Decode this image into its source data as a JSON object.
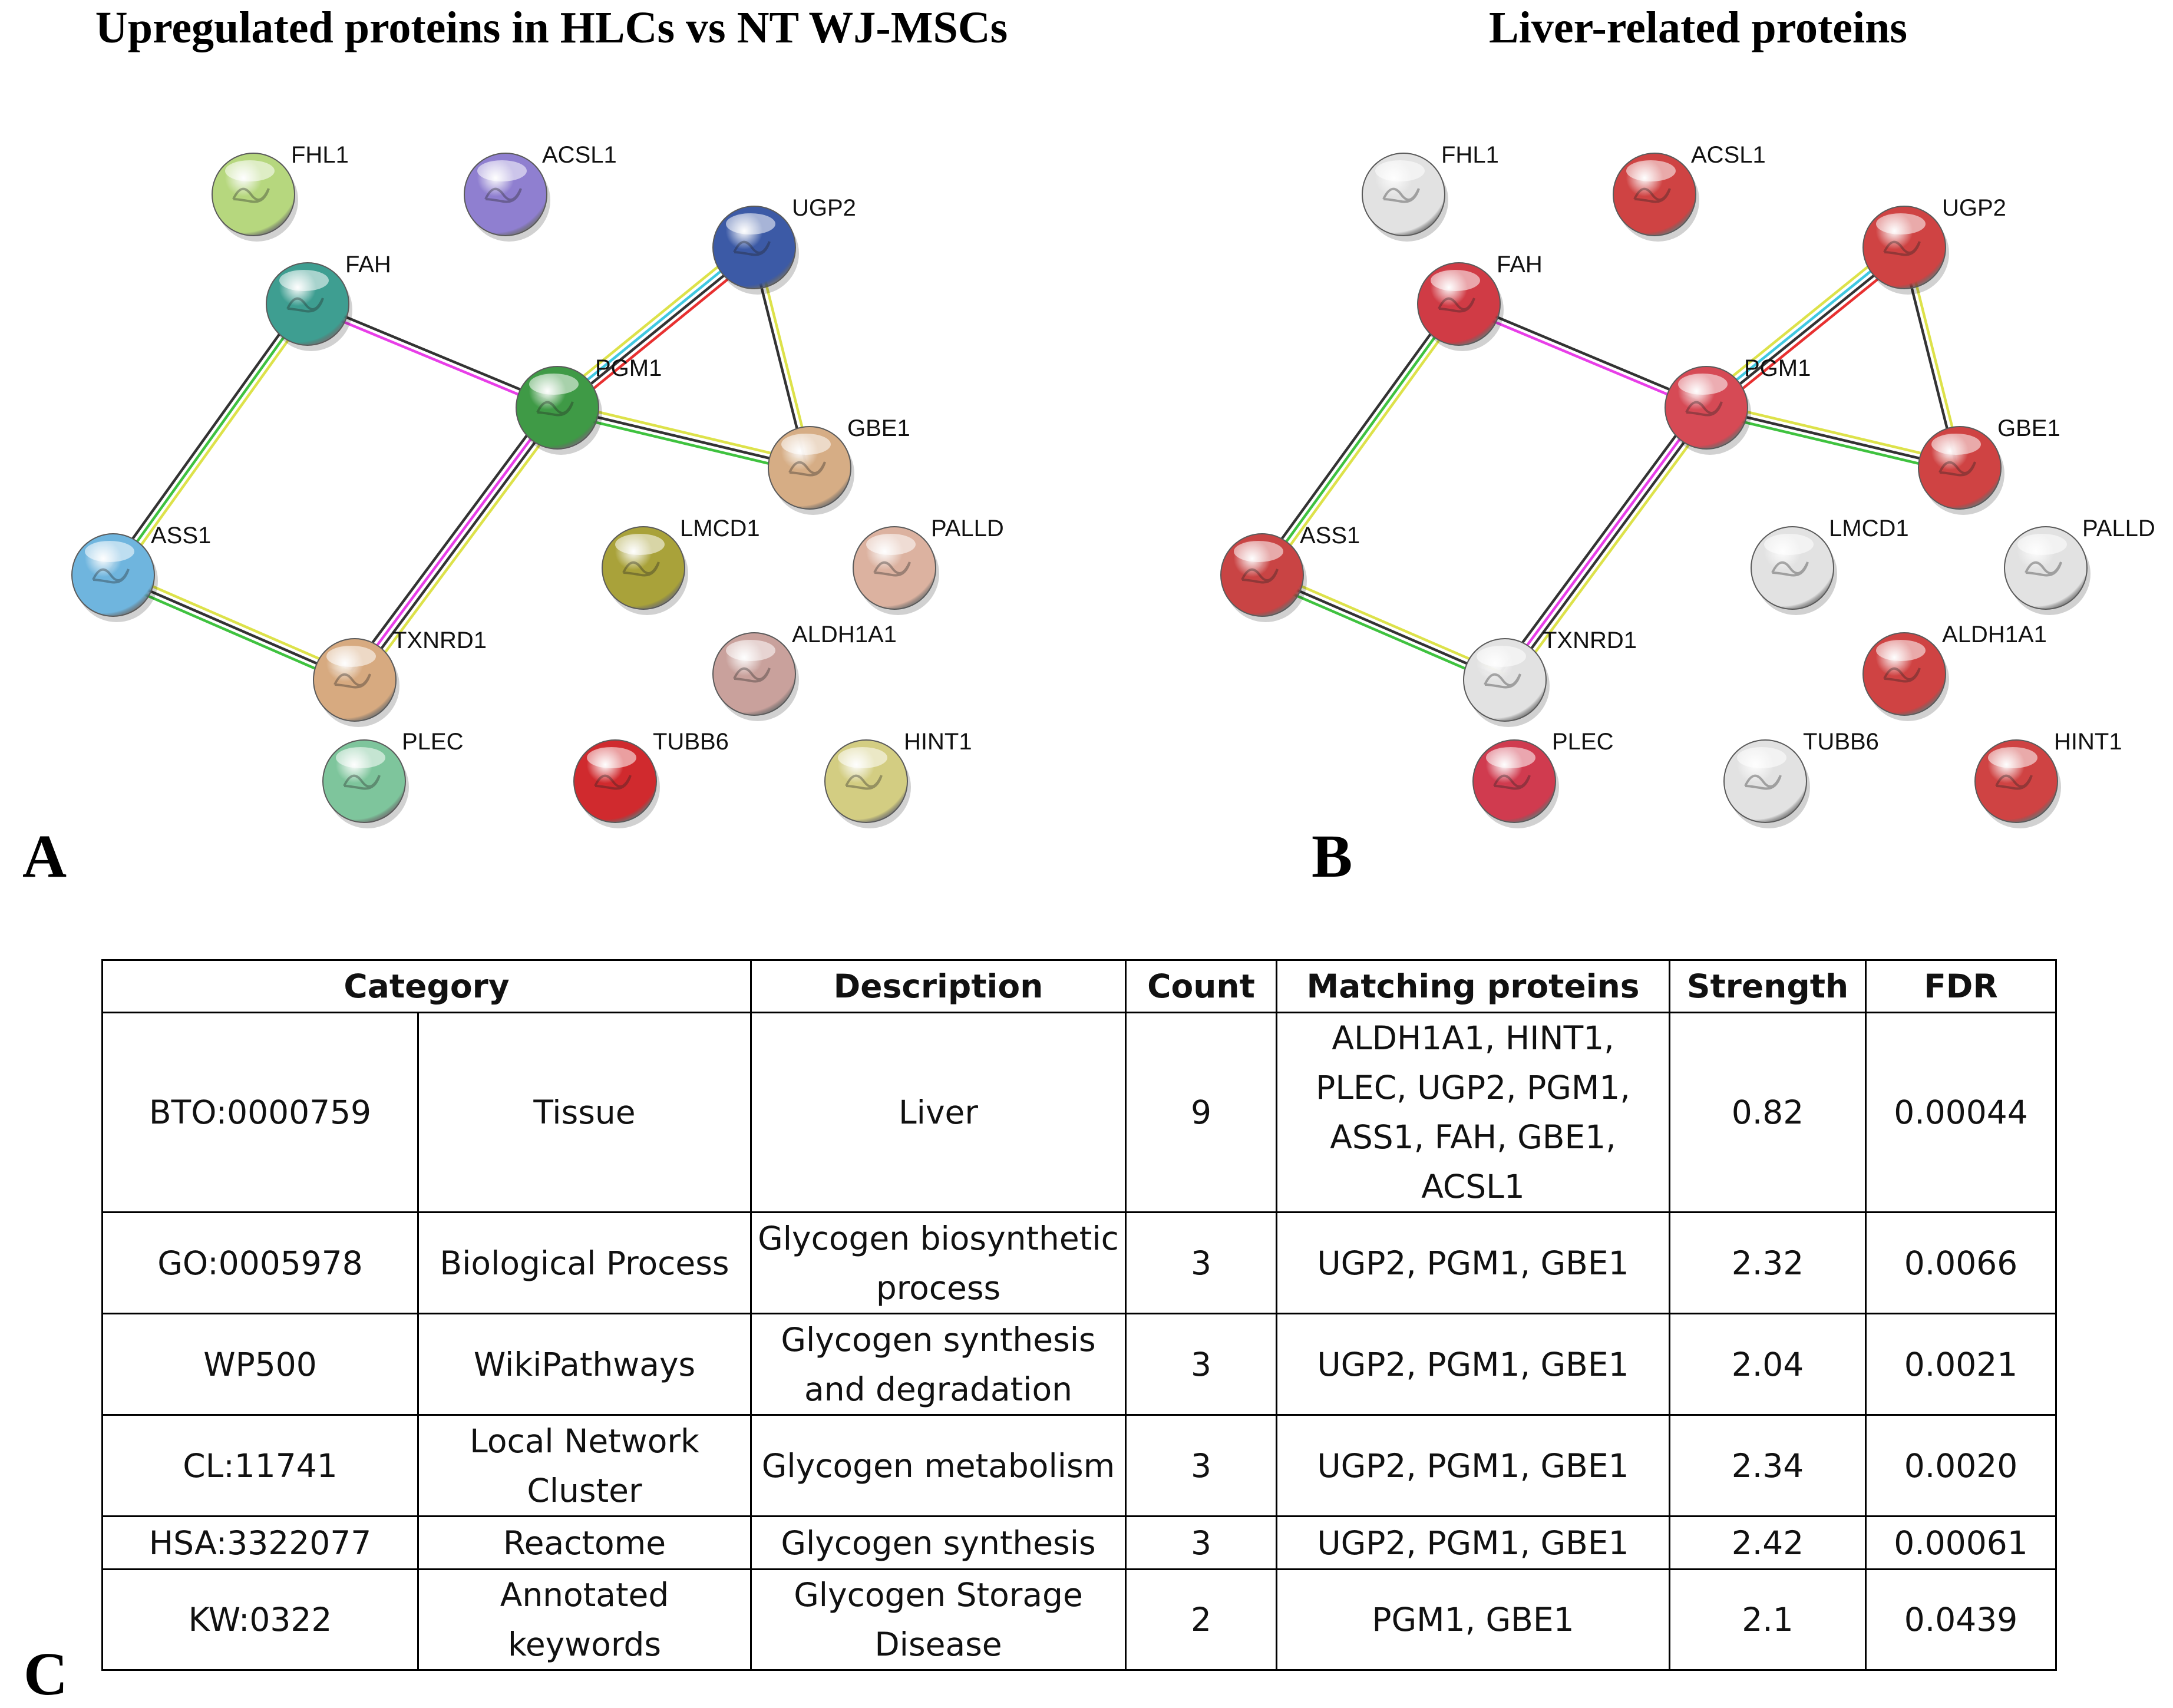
{
  "panels": {
    "A": {
      "title": "Upregulated proteins in HLCs vs NT WJ-MSCs",
      "letter": "A"
    },
    "B": {
      "title": "Liver-related proteins",
      "letter": "B"
    },
    "C": {
      "letter": "C"
    }
  },
  "network": {
    "nodes": [
      {
        "id": "FHL1",
        "label": "FHL1",
        "colorA": "#b6d77e",
        "colorB": "#e2e2e2"
      },
      {
        "id": "ACSL1",
        "label": "ACSL1",
        "colorA": "#8f7fd0",
        "colorB": "#cf4343"
      },
      {
        "id": "UGP2",
        "label": "UGP2",
        "colorA": "#3c5aa6",
        "colorB": "#cf4343"
      },
      {
        "id": "FAH",
        "label": "FAH",
        "colorA": "#3e9e91",
        "colorB": "#d03b45"
      },
      {
        "id": "PGM1",
        "label": "PGM1",
        "colorA": "#3f9a46",
        "colorB": "#d64a55"
      },
      {
        "id": "GBE1",
        "label": "GBE1",
        "colorA": "#d6ad85",
        "colorB": "#cf4343"
      },
      {
        "id": "LMCD1",
        "label": "LMCD1",
        "colorA": "#a9a23a",
        "colorB": "#e2e2e2"
      },
      {
        "id": "PALLD",
        "label": "PALLD",
        "colorA": "#dcb2a0",
        "colorB": "#e2e2e2"
      },
      {
        "id": "ASS1",
        "label": "ASS1",
        "colorA": "#6fb5de",
        "colorB": "#c94444"
      },
      {
        "id": "TXNRD1",
        "label": "TXNRD1",
        "colorA": "#d7aa80",
        "colorB": "#e2e2e2"
      },
      {
        "id": "ALDH1A1",
        "label": "ALDH1A1",
        "colorA": "#c9a19c",
        "colorB": "#cf4343"
      },
      {
        "id": "PLEC",
        "label": "PLEC",
        "colorA": "#7ec59c",
        "colorB": "#d03b4f"
      },
      {
        "id": "TUBB6",
        "label": "TUBB6",
        "colorA": "#d02a2e",
        "colorB": "#e2e2e2"
      },
      {
        "id": "HINT1",
        "label": "HINT1",
        "colorA": "#d3cd82",
        "colorB": "#cf4343"
      }
    ],
    "edges": [
      {
        "from": "FAH",
        "to": "PGM1",
        "colors": [
          "#333333",
          "#e83ee8"
        ]
      },
      {
        "from": "FAH",
        "to": "ASS1",
        "colors": [
          "#dde24a",
          "#3fc23f",
          "#333333"
        ]
      },
      {
        "from": "PGM1",
        "to": "UGP2",
        "colors": [
          "#dde24a",
          "#40c8e0",
          "#333333",
          "#e83030"
        ]
      },
      {
        "from": "PGM1",
        "to": "GBE1",
        "colors": [
          "#dde24a",
          "#333333",
          "#3fc23f"
        ]
      },
      {
        "from": "PGM1",
        "to": "TXNRD1",
        "colors": [
          "#dde24a",
          "#333333",
          "#e83ee8",
          "#333333"
        ]
      },
      {
        "from": "UGP2",
        "to": "GBE1",
        "colors": [
          "#dde24a",
          "#333333"
        ]
      },
      {
        "from": "ASS1",
        "to": "TXNRD1",
        "colors": [
          "#dde24a",
          "#333333",
          "#3fc23f"
        ]
      }
    ]
  },
  "table": {
    "headers": [
      "Category",
      "Description",
      "Count",
      "Matching proteins",
      "Strength",
      "FDR"
    ],
    "rows": [
      {
        "id": "BTO:0000759",
        "category": "Tissue",
        "description": "Liver",
        "count": "9",
        "proteins": [
          "ALDH1A1, HINT1,",
          "PLEC, UGP2, PGM1,",
          "ASS1, FAH, GBE1,",
          "ACSL1"
        ],
        "strength": "0.82",
        "fdr": "0.00044"
      },
      {
        "id": "GO:0005978",
        "category": "Biological Process",
        "description": "Glycogen biosynthetic process",
        "count": "3",
        "proteins": [
          "UGP2, PGM1, GBE1"
        ],
        "strength": "2.32",
        "fdr": "0.0066"
      },
      {
        "id": "WP500",
        "category": "WikiPathways",
        "description": "Glycogen synthesis and degradation",
        "count": "3",
        "proteins": [
          "UGP2, PGM1, GBE1"
        ],
        "strength": "2.04",
        "fdr": "0.0021"
      },
      {
        "id": "CL:11741",
        "category": "Local Network Cluster",
        "description": "Glycogen metabolism",
        "count": "3",
        "proteins": [
          "UGP2, PGM1, GBE1"
        ],
        "strength": "2.34",
        "fdr": "0.0020"
      },
      {
        "id": "HSA:3322077",
        "category": "Reactome",
        "description": "Glycogen synthesis",
        "count": "3",
        "proteins": [
          "UGP2, PGM1, GBE1"
        ],
        "strength": "2.42",
        "fdr": "0.00061"
      },
      {
        "id": "KW:0322",
        "category": "Annotated keywords",
        "description": "Glycogen Storage Disease",
        "count": "2",
        "proteins": [
          "PGM1, GBE1"
        ],
        "strength": "2.1",
        "fdr": "0.0439"
      }
    ]
  }
}
